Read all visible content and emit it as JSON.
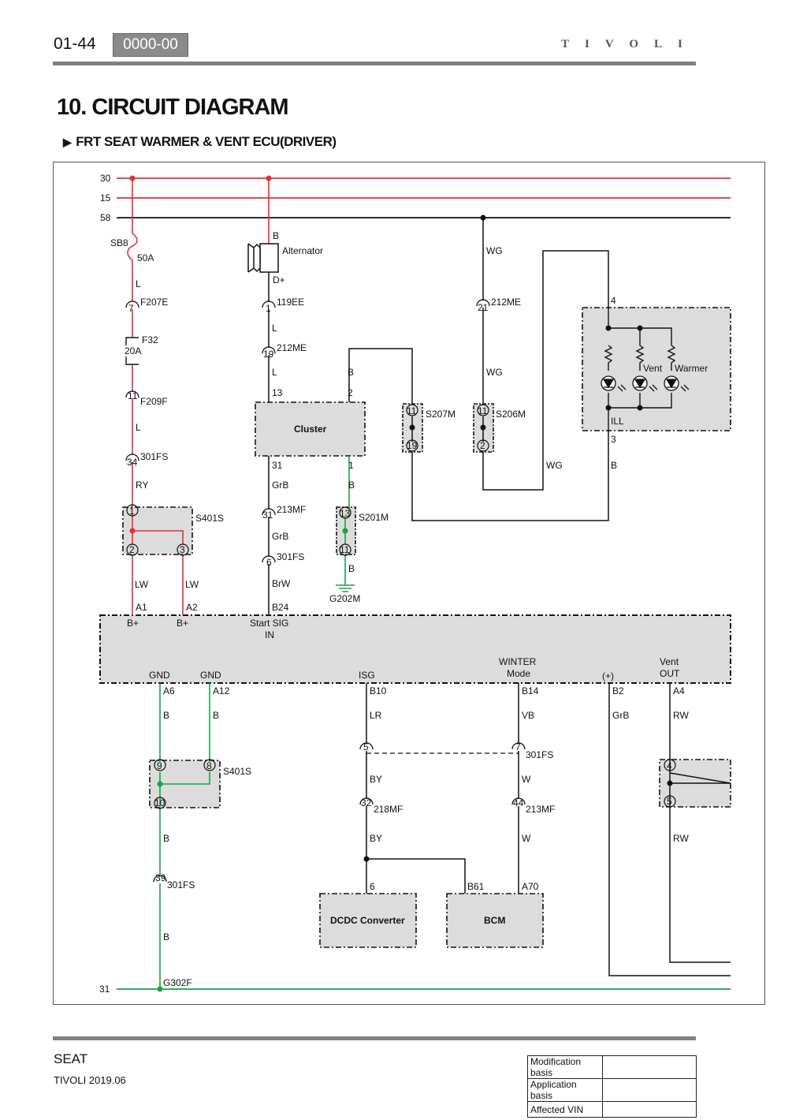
{
  "header": {
    "page_number": "01-44",
    "code": "0000-00",
    "brand": "TIVOLI"
  },
  "title": "10. CIRCUIT DIAGRAM",
  "subtitle": "FRT SEAT WARMER & VENT ECU(DRIVER)",
  "colors": {
    "power": "#e0303a",
    "ground": "#1aa048",
    "wire": "#111111",
    "module_fill": "#dcdcdc"
  },
  "rails": {
    "r30": "30",
    "r15": "15",
    "r58": "58",
    "r31": "31"
  },
  "fuse": {
    "name": "SB8",
    "rating": "50A",
    "f32": "F32",
    "f32_rating": "20A"
  },
  "alternator": {
    "label": "Alternator",
    "b": "B",
    "dplus": "D+"
  },
  "connectors": {
    "c7": "7",
    "f207e": "F207E",
    "c11": "11",
    "f209f": "F209F",
    "c34": "34",
    "fs301": "301FS",
    "c1": "1",
    "ee119": "119EE",
    "c19": "19",
    "me212": "212ME",
    "c21": "21",
    "c39": "39",
    "c31": "31",
    "mf213": "213MF",
    "c6": "6",
    "c5": "5",
    "c32": "32",
    "mf218": "218MF",
    "c44": "44"
  },
  "wires": {
    "L": "L",
    "RY": "RY",
    "LW": "LW",
    "B": "B",
    "WG": "WG",
    "GrB": "GrB",
    "BrW": "BrW",
    "LR": "LR",
    "VB": "VB",
    "RW": "RW",
    "BY": "BY",
    "W": "W"
  },
  "pins": {
    "p13": "13",
    "p2": "2",
    "p31": "31",
    "p1": "1",
    "p4": "4",
    "p3": "3",
    "A1": "A1",
    "A2": "A2",
    "B24": "B24",
    "A6": "A6",
    "A12": "A12",
    "B10": "B10",
    "B14": "B14",
    "B2": "B2",
    "A4": "A4",
    "p6": "6",
    "B61": "B61",
    "A70": "A70",
    "s11": "11",
    "s19": "19",
    "s2": "2",
    "s13": "13",
    "s9": "9",
    "s8": "8",
    "s10": "10",
    "sp1": "1",
    "sp2": "2",
    "sp3": "3",
    "sp4": "4",
    "sp5": "5"
  },
  "modules": {
    "cluster": "Cluster",
    "dcdc": "DCDC Converter",
    "bcm": "BCM",
    "s207m": "S207M",
    "s206m": "S206M",
    "s201m": "S201M",
    "s401s": "S401S",
    "g202m": "G202M",
    "g302f": "G302F",
    "switch_vent": "Vent",
    "switch_warmer": "Warmer",
    "switch_ill": "ILL"
  },
  "ecu": {
    "bplus": "B+",
    "start1": "Start SIG",
    "start2": "IN",
    "gnd": "GND",
    "isg": "ISG",
    "winter1": "WINTER",
    "winter2": "Mode",
    "plus": "(+)",
    "vent1": "Vent",
    "vent2": "OUT"
  },
  "footer": {
    "system": "SEAT",
    "model": "TIVOLI 2019.06",
    "rows": [
      "Modification basis",
      "Application basis",
      "Affected VIN"
    ]
  }
}
